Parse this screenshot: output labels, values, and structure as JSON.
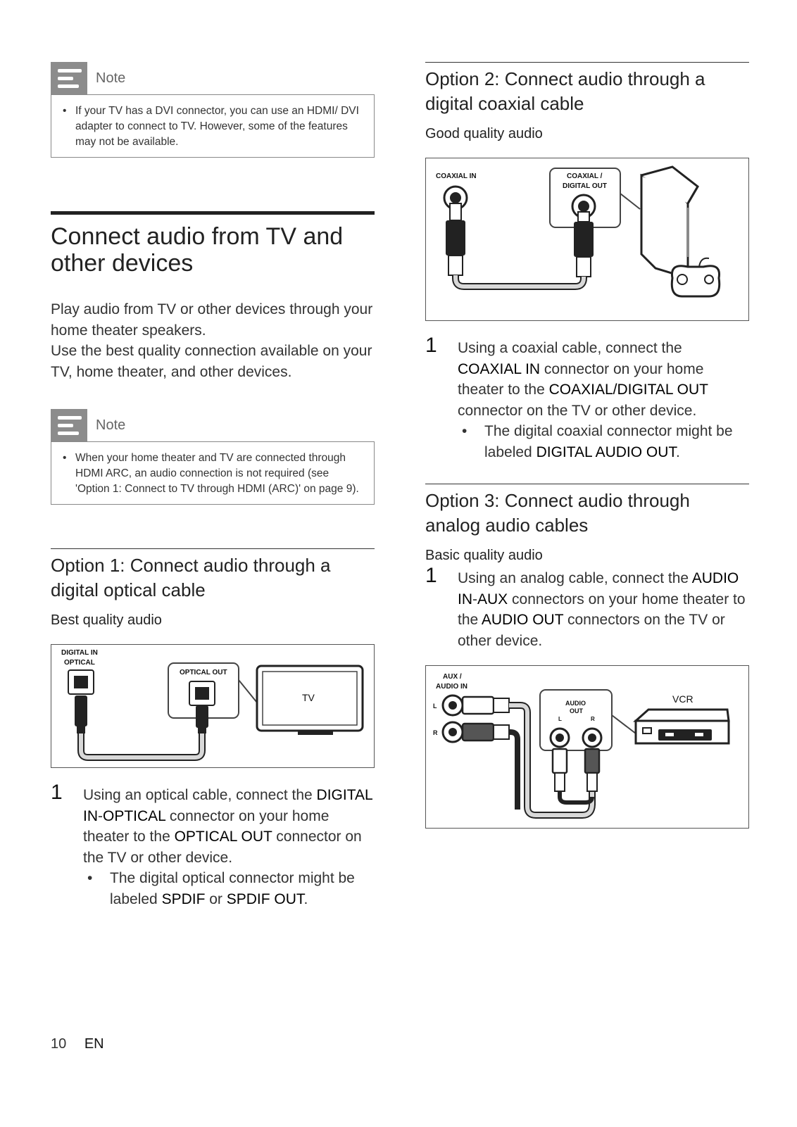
{
  "note1": {
    "title": "Note",
    "text": "If your TV has a DVI connector, you can use an HDMI/ DVI adapter to connect to TV. However, some of the features may not be available."
  },
  "section": {
    "title_line1": "Connect audio from TV and",
    "title_line2": "other devices",
    "para1": "Play audio from TV or other devices through your home theater speakers.",
    "para2": "Use the best quality connection available on your TV, home theater, and other devices."
  },
  "note2": {
    "title": "Note",
    "text": "When your home theater and TV are connected through HDMI ARC, an audio connection is not required (see 'Option 1: Connect to TV through HDMI (ARC)' on page 9)."
  },
  "option1": {
    "title": "Option 1: Connect audio through a digital optical cable",
    "quality": "Best quality audio",
    "fig_label_in_1": "DIGITAL IN",
    "fig_label_in_2": "OPTICAL",
    "fig_label_out": "OPTICAL OUT",
    "fig_label_tv": "TV",
    "step_num": "1",
    "step_a": "Using an optical cable, connect the ",
    "step_b": "DIGITAL IN",
    "step_c": "-",
    "step_d": "OPTICAL",
    "step_e": " connector on your home theater to the ",
    "step_f": "OPTICAL OUT",
    "step_g": " connector on the TV or other device.",
    "bullet_a": "The digital optical connector might be labeled ",
    "bullet_b": "SPDIF",
    "bullet_c": " or ",
    "bullet_d": "SPDIF OUT",
    "bullet_e": "."
  },
  "option2": {
    "title": "Option 2: Connect audio through a digital coaxial cable",
    "quality": "Good quality audio",
    "fig_label_in": "COAXIAL IN",
    "fig_label_out_1": "COAXIAL /",
    "fig_label_out_2": "DIGITAL OUT",
    "step_num": "1",
    "step_a": "Using a coaxial cable, connect the ",
    "step_b": "COAXIAL IN",
    "step_c": " connector on your home theater to the ",
    "step_d": "COAXIAL/DIGITAL OUT",
    "step_e": " connector on the TV or other device.",
    "bullet_a": "The digital coaxial connector might be labeled ",
    "bullet_b": "DIGITAL AUDIO OUT",
    "bullet_c": "."
  },
  "option3": {
    "title": "Option 3: Connect audio through analog audio cables",
    "quality": "Basic quality audio",
    "step_num": "1",
    "step_a": "Using an analog cable, connect the ",
    "step_b": "AUDIO IN",
    "step_c": "-",
    "step_d": "AUX",
    "step_e": " connectors on your home theater to the ",
    "step_f": "AUDIO OUT",
    "step_g": " connectors on the TV or other device.",
    "fig_label_in_1": "AUX /",
    "fig_label_in_2": "AUDIO IN",
    "fig_label_l": "L",
    "fig_label_r": "R",
    "fig_label_out_1": "AUDIO",
    "fig_label_out_2": "OUT",
    "fig_label_out_l": "L",
    "fig_label_out_r": "R",
    "fig_label_vcr": "VCR"
  },
  "footer": {
    "page": "10",
    "lang": "EN"
  }
}
